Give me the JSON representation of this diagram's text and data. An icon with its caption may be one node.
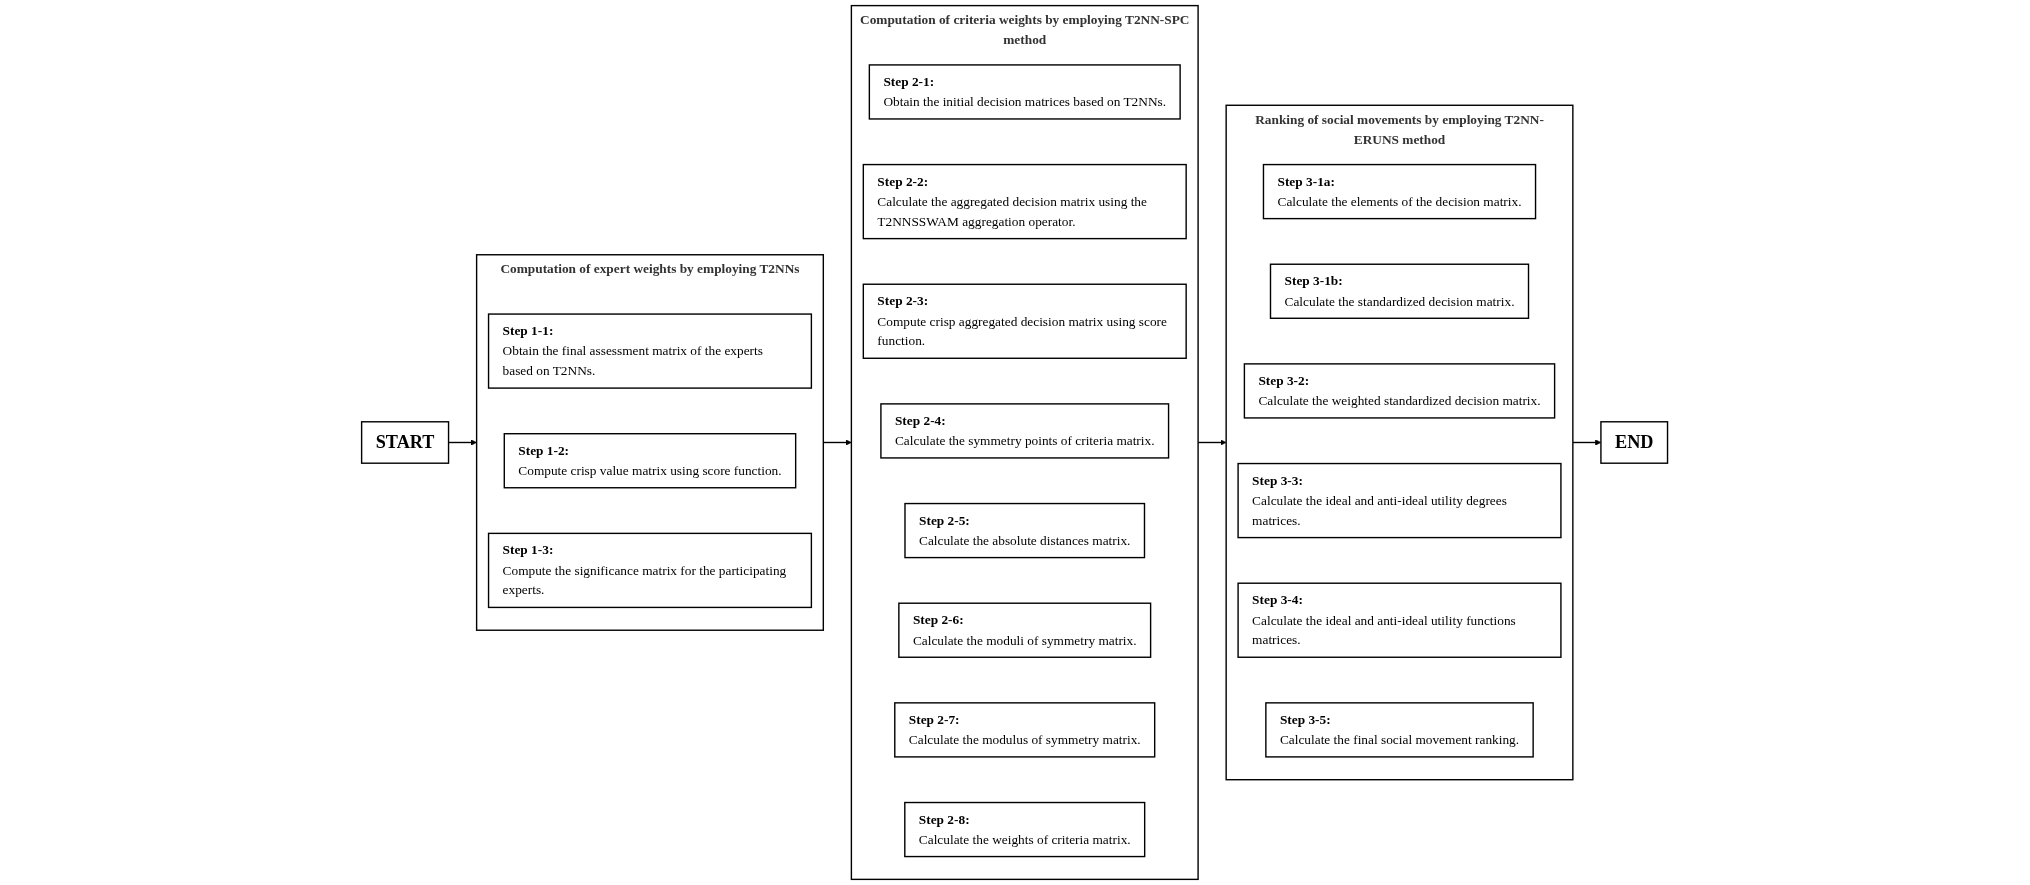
{
  "diagram": {
    "nodes": [
      {
        "text": [
          "START"
        ]
      },
      {
        "text": [
          "Computation of expert weights by employing T2NNs"
        ]
      },
      {
        "text": [
          "Step 1-1:",
          "Obtain the final assessment matrix of the experts based on T2NNs."
        ],
        "in": 1
      },
      {
        "text": [
          "Step 1-2:",
          "Compute crisp value matrix using score function."
        ],
        "in": 1
      },
      {
        "text": [
          "Step 1-3:",
          "Compute the significance matrix for the participating experts."
        ],
        "in": 1
      },
      {
        "text": [
          "Computation of criteria weights by employing T2NN-SPC method"
        ]
      },
      {
        "text": [
          "Step 2-1:",
          "Obtain the initial decision matrices based on T2NNs."
        ],
        "in": 5
      },
      {
        "text": [
          "Step 2-2:",
          "Calculate the aggregated decision matrix using the T2NNSSWAM aggregation operator."
        ],
        "in": 5
      },
      {
        "text": [
          "Step 2-3:",
          "Compute crisp aggregated decision matrix using score function."
        ],
        "in": 5
      },
      {
        "text": [
          "Step 2-4:",
          "Calculate the symmetry points of criteria matrix."
        ],
        "in": 5
      },
      {
        "text": [
          "Step 2-5:",
          "Calculate the absolute distances matrix."
        ],
        "in": 5
      },
      {
        "text": [
          "Step 2-6:",
          "Calculate the moduli of symmetry matrix."
        ],
        "in": 5
      },
      {
        "text": [
          "Step 2-7:",
          "Calculate the modulus of symmetry matrix."
        ],
        "in": 5
      },
      {
        "text": [
          "Step 2-8:",
          "Calculate the weights of criteria matrix."
        ],
        "in": 5
      },
      {
        "text": [
          "Ranking of social movements by employing T2NN-ERUNS method"
        ]
      },
      {
        "text": [
          "Step 3-1a:",
          "Calculate the elements of the decision matrix."
        ],
        "in": 14
      },
      {
        "text": [
          "Step 3-1b:",
          "Calculate the standardized decision matrix."
        ],
        "in": 14
      },
      {
        "text": [
          "Step 3-2:",
          "Calculate the weighted standardized decision matrix."
        ],
        "in": 14
      },
      {
        "text": [
          "Step 3-3:",
          "Calculate the ideal and anti-ideal utility degrees matrices."
        ],
        "in": 14
      },
      {
        "text": [
          "Step 3-4:",
          "Calculate the ideal and anti-ideal utility functions matrices."
        ],
        "in": 14
      },
      {
        "text": [
          "Step 3-5:",
          "Calculate the final social movement ranking."
        ],
        "in": 14
      },
      {
        "text": [
          "END"
        ]
      }
    ],
    "edges": [
      {
        "from": 0,
        "to": 1,
        "arrow": "to"
      },
      {
        "from": 1,
        "to": 5,
        "arrow": "to"
      },
      {
        "from": 5,
        "to": 14,
        "arrow": "to"
      },
      {
        "from": 14,
        "to": 21,
        "arrow": "to"
      }
    ]
  }
}
